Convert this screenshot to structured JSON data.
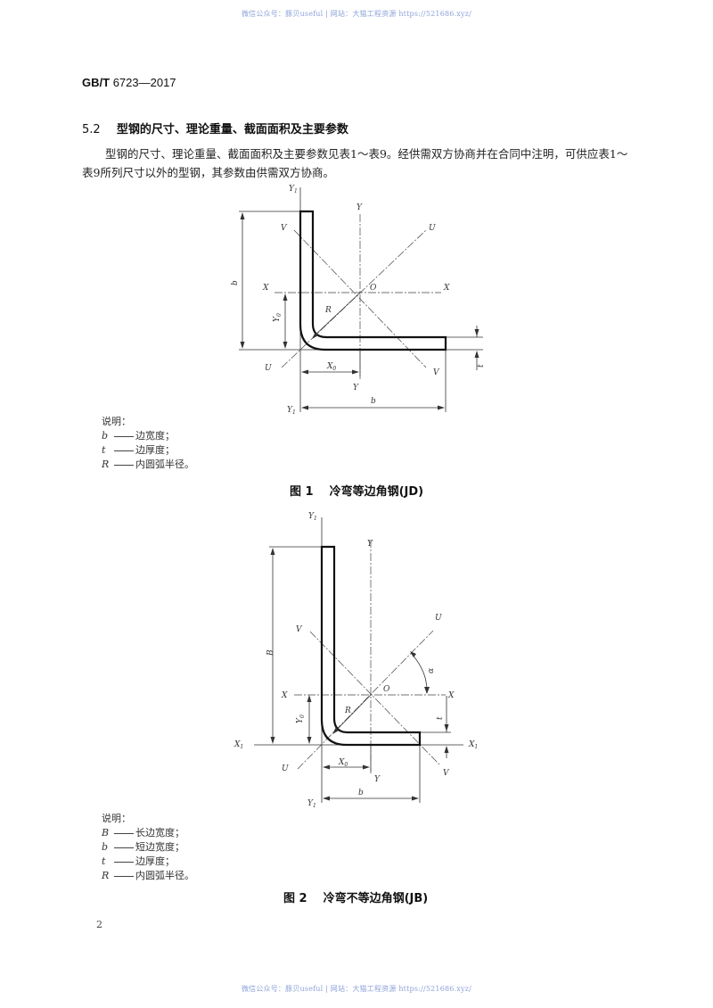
{
  "watermark": {
    "text": "微信公众号：豚贝useful | 网站：大猫工程资源 https://521686.xyz/",
    "color": "#8ea3d9"
  },
  "header": {
    "prefix": "GB/T",
    "number": "6723—2017"
  },
  "section": {
    "number": "5.2",
    "title": "型钢的尺寸、理论重量、截面面积及主要参数"
  },
  "paragraph": "型钢的尺寸、理论重量、截面面积及主要参数见表1～表9。经供需双方协商并在合同中注明，可供应表1～表9所列尺寸以外的型钢，其参数由供需双方协商。",
  "figure1": {
    "labels": {
      "y1_top": "Y",
      "y1_bottom": "Y",
      "y_top": "Y",
      "y_bottom": "Y",
      "x_left": "X",
      "x_right": "X",
      "u_top": "U",
      "u_bottom": "U",
      "v_top": "V",
      "v_bottom": "V",
      "o": "O",
      "r": "R",
      "b_left": "b",
      "b_bottom": "b",
      "t": "t",
      "x0": "X",
      "y0": "Y",
      "sub1": "1",
      "sub0": "0"
    },
    "legend_title": "说明：",
    "legend": [
      {
        "symbol": "b",
        "text": "边宽度；"
      },
      {
        "symbol": "t",
        "text": "边厚度；"
      },
      {
        "symbol": "R",
        "text": "内圆弧半径。"
      }
    ],
    "caption_no": "图 1",
    "caption": "冷弯等边角钢(JD)"
  },
  "figure2": {
    "labels": {
      "y1_top": "Y",
      "y1_bottom": "Y",
      "y_top": "Y",
      "y_bottom": "Y",
      "x_left": "X",
      "x_right": "X",
      "x1_left": "X",
      "x1_right": "X",
      "u_top": "U",
      "u_bottom": "U",
      "v_top": "V",
      "v_bottom": "V",
      "o": "O",
      "r": "R",
      "alpha": "α",
      "B": "B",
      "b": "b",
      "t": "t",
      "x0": "X",
      "y0": "Y",
      "sub1": "1",
      "sub0": "0"
    },
    "legend_title": "说明：",
    "legend": [
      {
        "symbol": "B",
        "text": "长边宽度；"
      },
      {
        "symbol": "b",
        "text": "短边宽度；"
      },
      {
        "symbol": "t",
        "text": "边厚度；"
      },
      {
        "symbol": "R",
        "text": "内圆弧半径。"
      }
    ],
    "caption_no": "图 2",
    "caption": "冷弯不等边角钢(JB)"
  },
  "page_number": "2"
}
